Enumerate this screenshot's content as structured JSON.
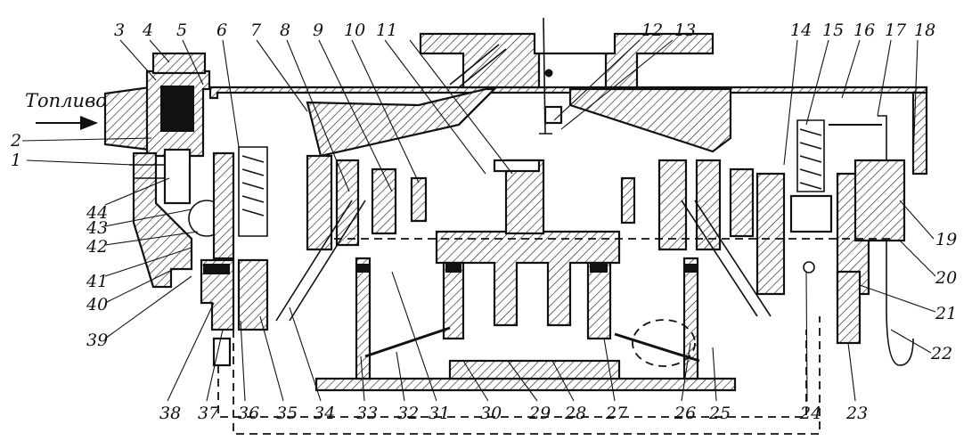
{
  "diagram": {
    "fuel_label": "Топливо",
    "labels_top": [
      "3",
      "4",
      "5",
      "6",
      "7",
      "8",
      "9",
      "10",
      "11",
      "12",
      "13",
      "14",
      "15",
      "16",
      "17",
      "18"
    ],
    "labels_right": [
      "19",
      "20",
      "21",
      "22"
    ],
    "labels_bottom": [
      "23",
      "24",
      "25",
      "26",
      "27",
      "28",
      "29",
      "30",
      "31",
      "32",
      "33",
      "34",
      "35",
      "36",
      "37",
      "38"
    ],
    "labels_left": [
      "1",
      "2",
      "44",
      "43",
      "42",
      "41",
      "40",
      "39"
    ]
  }
}
